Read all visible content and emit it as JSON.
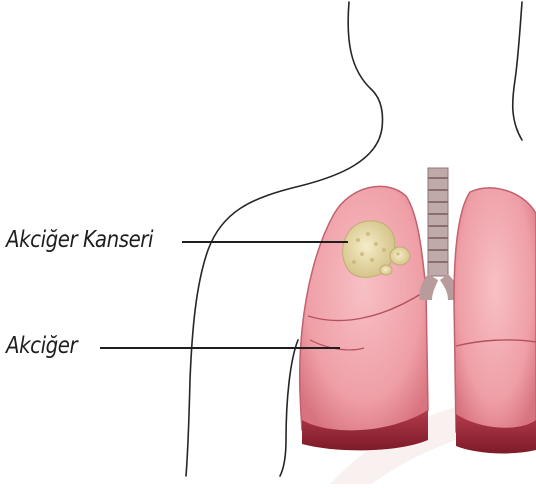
{
  "labels": {
    "cancer": "Akciğer Kanseri",
    "lung": "Akciğer"
  },
  "colors": {
    "lung_fill": "#f2a9b0",
    "lung_edge": "#c7606f",
    "lung_base": "#8e2231",
    "trachea": "#b9a3a3",
    "tumor": "#e9dcae",
    "outline": "#222222",
    "watermark": "#f4e3e5"
  },
  "icons": {
    "tumor": "tumor-mass",
    "lungs": "lungs"
  }
}
